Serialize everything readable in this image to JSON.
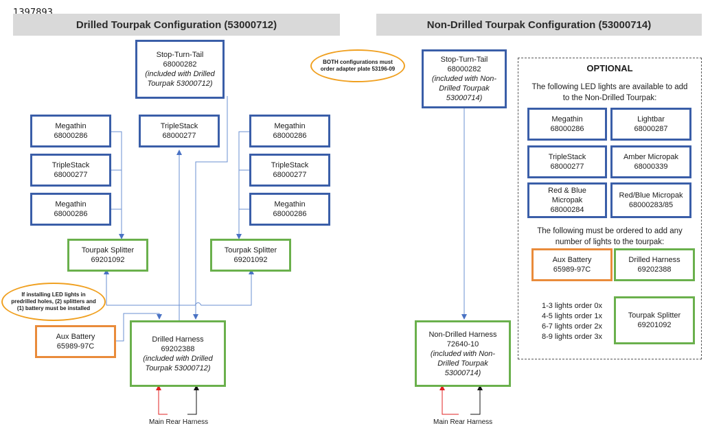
{
  "id_label": "1397893",
  "headers": {
    "left": "Drilled Tourpak Configuration (53000712)",
    "right": "Non-Drilled Tourpak Configuration (53000714)"
  },
  "callouts": {
    "adapter": "BOTH configurations must order adapter plate 53196-09",
    "install": "If installing LED lights in predrilled holes, (2) splitters and (1) battery must be installed"
  },
  "drilled": {
    "stop_turn_tail": {
      "name": "Stop-Turn-Tail",
      "part": "68000282",
      "note": "(included with Drilled Tourpak 53000712)"
    },
    "triplestack_center": {
      "name": "TripleStack",
      "part": "68000277"
    },
    "left_lights": [
      {
        "name": "Megathin",
        "part": "68000286"
      },
      {
        "name": "TripleStack",
        "part": "68000277"
      },
      {
        "name": "Megathin",
        "part": "68000286"
      }
    ],
    "right_lights": [
      {
        "name": "Megathin",
        "part": "68000286"
      },
      {
        "name": "TripleStack",
        "part": "68000277"
      },
      {
        "name": "Megathin",
        "part": "68000286"
      }
    ],
    "left_splitter": {
      "name": "Tourpak Splitter",
      "part": "69201092"
    },
    "right_splitter": {
      "name": "Tourpak Splitter",
      "part": "69201092"
    },
    "aux_battery": {
      "name": "Aux Battery",
      "part": "65989-97C"
    },
    "harness": {
      "name": "Drilled Harness",
      "part": "69202388",
      "note": "(included with Drilled Tourpak 53000712)"
    },
    "rear_label": "Main Rear Harness"
  },
  "nondrilled": {
    "stop_turn_tail": {
      "name": "Stop-Turn-Tail",
      "part": "68000282",
      "note": "(included with Non-Drilled Tourpak 53000714)"
    },
    "harness": {
      "name": "Non-Drilled Harness",
      "part": "72640-10",
      "note": "(included with Non-Drilled Tourpak 53000714)"
    },
    "rear_label": "Main Rear Harness"
  },
  "optional": {
    "title": "OPTIONAL",
    "intro": "The following LED lights are available to add to the  Non-Drilled Tourpak:",
    "lights": [
      {
        "name": "Megathin",
        "part": "68000286"
      },
      {
        "name": "Lightbar",
        "part": "68000287"
      },
      {
        "name": "TripleStack",
        "part": "68000277"
      },
      {
        "name": "Amber Micropak",
        "part": "68000339"
      },
      {
        "name": "Red & Blue Micropak",
        "part": "68000284"
      },
      {
        "name": "Red/Blue Micropak",
        "part": "68000283/85"
      }
    ],
    "must_order": "The following must be ordered to add any number of lights to the tourpak:",
    "aux_battery": {
      "name": "Aux Battery",
      "part": "65989-97C"
    },
    "drilled_harness": {
      "name": "Drilled Harness",
      "part": "69202388"
    },
    "rules": [
      "1-3 lights order 0x",
      "4-5 lights order 1x",
      "6-7 lights order 2x",
      "8-9 lights order 3x"
    ],
    "splitter": {
      "name": "Tourpak Splitter",
      "part": "69201092"
    }
  },
  "colors": {
    "blue_border": "#3a5ea8",
    "green_border": "#6ab04c",
    "orange_border": "#e98b3a",
    "wire": "#6a8fd0",
    "red_wire": "#e02020"
  }
}
